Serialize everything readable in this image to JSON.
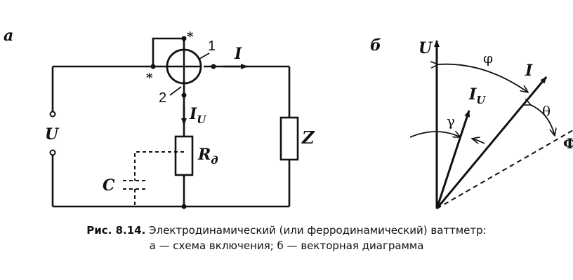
{
  "panel_a": {
    "letter": "а",
    "mark_star": "*",
    "node_1": "1",
    "node_2": "2",
    "current_I": "I",
    "current_Iu": "I",
    "current_Iu_sub": "U",
    "voltage_U": "U",
    "impedance_Z": "Z",
    "resistor_R": "R",
    "resistor_R_sub": "д",
    "capacitor_C": "C"
  },
  "panel_b": {
    "letter": "б",
    "vector_U": "U",
    "vector_I": "I",
    "vector_Iu": "I",
    "vector_Iu_sub": "U",
    "angle_phi": "φ",
    "angle_gamma": "γ",
    "angle_theta": "θ",
    "edge_label": "Ф"
  },
  "caption": {
    "prefix": "Рис. 8.14.",
    "line1": " Электродинамический (или ферродинамический) ваттметр:",
    "line2": "а — схема включения; б — векторная диаграмма"
  },
  "colors": {
    "ink": "#111111",
    "background": "#ffffff"
  }
}
